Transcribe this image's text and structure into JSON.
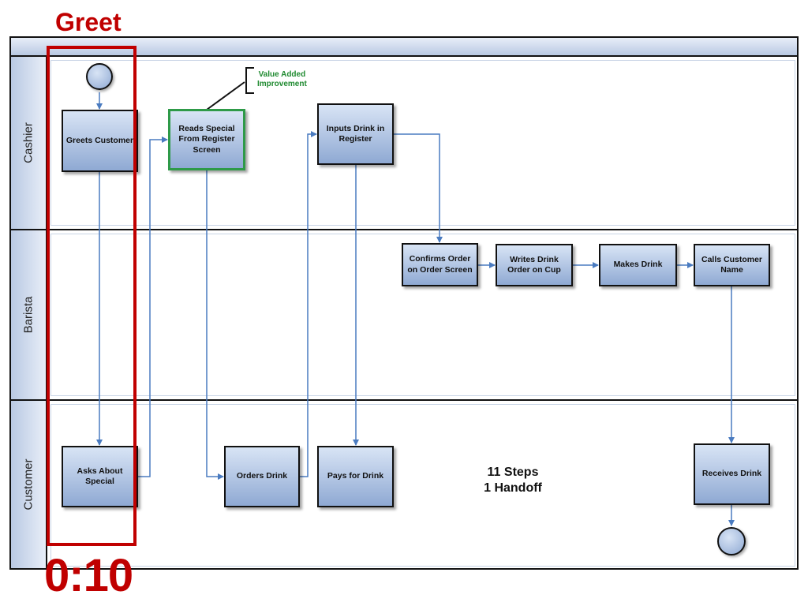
{
  "title": "Greet",
  "timer": "0:10",
  "lanes": [
    {
      "label": "Cashier"
    },
    {
      "label": "Barista"
    },
    {
      "label": "Customer"
    }
  ],
  "steps": {
    "greets_customer": "Greets Customer",
    "reads_special": "Reads Special From Register Screen",
    "inputs_drink": "Inputs Drink in Register",
    "confirms_order": "Confirms Order on Order Screen",
    "writes_drink": "Writes Drink Order on Cup",
    "makes_drink": "Makes Drink",
    "calls_customer": "Calls Customer Name",
    "asks_special": "Asks About Special",
    "orders_drink": "Orders Drink",
    "pays_drink": "Pays for Drink",
    "receives_drink": "Receives Drink"
  },
  "annotation": {
    "line1": "Value Added",
    "line2": "Improvement"
  },
  "summary": {
    "steps": "11 Steps",
    "handoffs": "1 Handoff"
  },
  "colors": {
    "accent_red": "#c00000",
    "annotation_green": "#1f8a30",
    "connector_blue": "#4a7bc0"
  }
}
